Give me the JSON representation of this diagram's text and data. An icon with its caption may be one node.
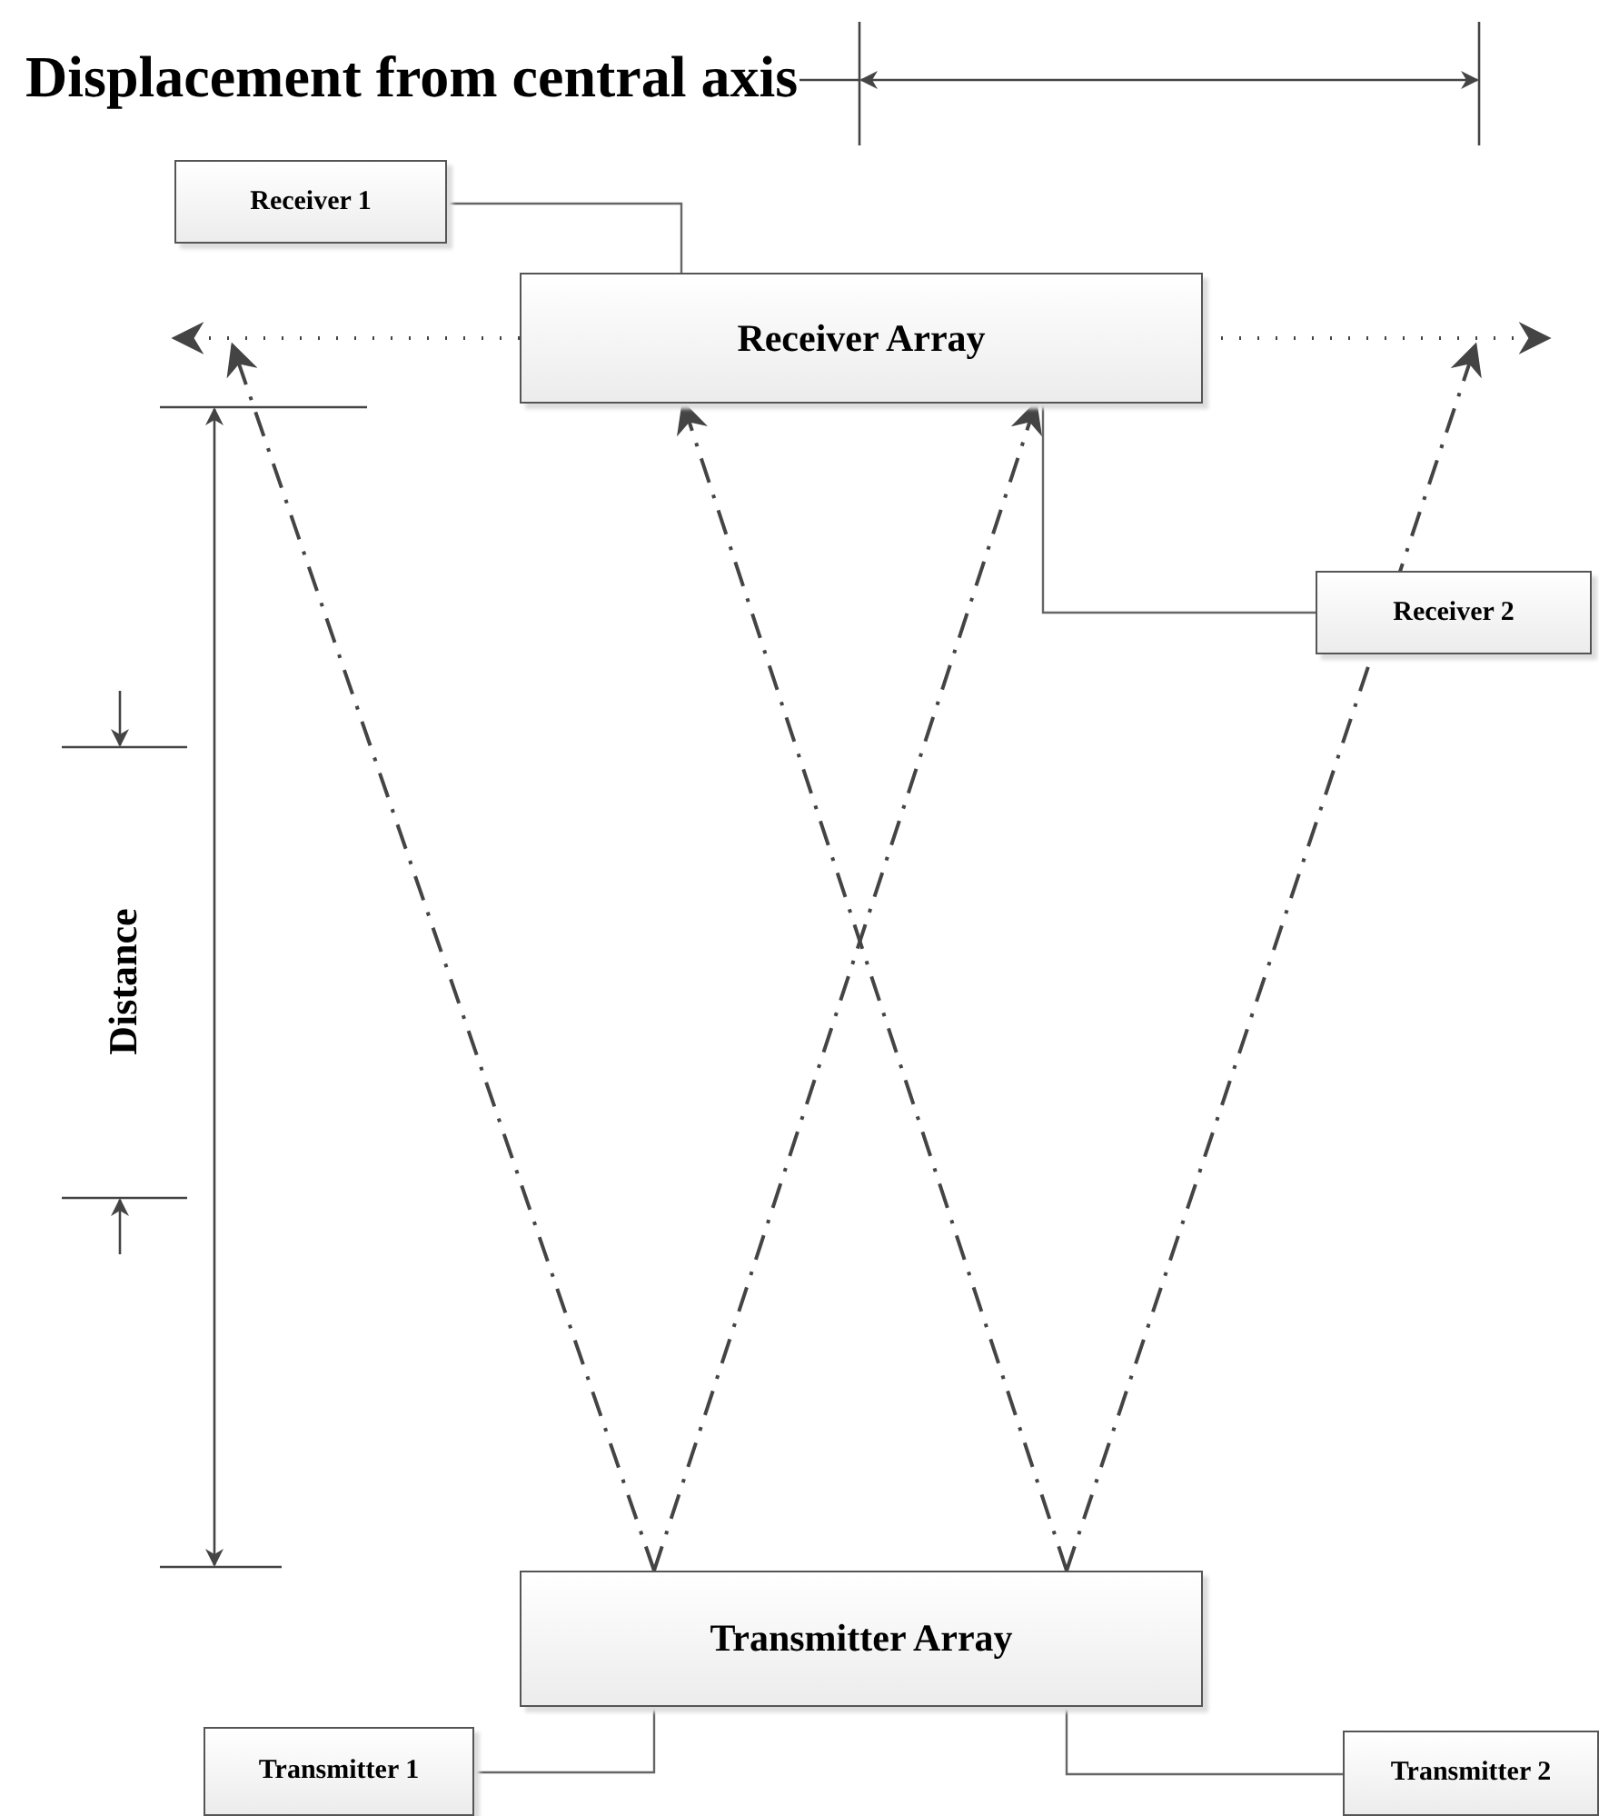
{
  "diagram": {
    "nodes": [
      {
        "text": [
          "Receiver 1"
        ]
      },
      {
        "text": [
          "Receiver Array"
        ]
      },
      {
        "text": [
          "Receiver 2"
        ]
      },
      {
        "text": [
          "Transmitter Array"
        ]
      },
      {
        "text": [
          "Transmitter 1"
        ]
      },
      {
        "text": [
          "Transmitter 2"
        ]
      }
    ],
    "edges": [
      {
        "from": 3,
        "to": null,
        "arrow": "to",
        "style": "dashed"
      },
      {
        "from": 3,
        "to": 1,
        "arrow": "to",
        "style": "dashed"
      },
      {
        "from": 3,
        "to": 1,
        "arrow": "to",
        "style": "dashed"
      },
      {
        "from": 3,
        "to": null,
        "arrow": "to",
        "style": "dashed"
      },
      {
        "from": 1,
        "to": null,
        "arrow": "to",
        "style": "dashed"
      },
      {
        "from": 1,
        "to": null,
        "arrow": "to",
        "style": "dashed"
      },
      {
        "from": 0,
        "to": 1,
        "arrow": "none"
      },
      {
        "from": 2,
        "to": 1,
        "arrow": "none"
      },
      {
        "from": 4,
        "to": 3,
        "arrow": "none"
      },
      {
        "from": 5,
        "to": 3,
        "arrow": "none"
      }
    ],
    "labels": [
      "Displacement from central axis",
      "Distance"
    ]
  }
}
